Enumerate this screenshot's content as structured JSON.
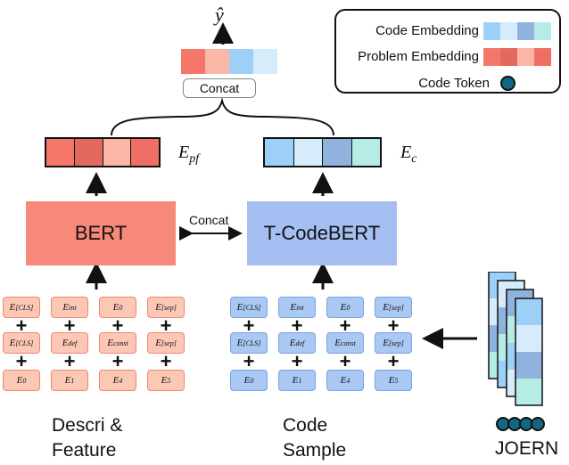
{
  "output_label": "ŷ",
  "legend": {
    "code_embedding": "Code Embedding",
    "problem_embedding": "Problem Embedding",
    "code_token": "Code Token",
    "code_colors": [
      "#9dd0f7",
      "#d6ecfb",
      "#8fb3dd",
      "#b5ece5"
    ],
    "problem_colors": [
      "#f5776a",
      "#e3685e",
      "#fbb6a7",
      "#f06f64"
    ],
    "token_color": "#136783"
  },
  "concat_top": "Concat",
  "concat_mid": "Concat",
  "e_pf": {
    "base": "E",
    "sub": "pf"
  },
  "e_c": {
    "base": "E",
    "sub": "c"
  },
  "pf_colors": [
    "#f5776a",
    "#e3685e",
    "#fbb6a7",
    "#f06f64"
  ],
  "c_colors": [
    "#9dd0f7",
    "#d6ecfb",
    "#8fb3dd",
    "#b5ece5"
  ],
  "output_colors": [
    "#f5776a",
    "#fbb6a7",
    "#9dd0f7",
    "#d6ecfb"
  ],
  "bert": {
    "label": "BERT",
    "color": "#f7897a"
  },
  "tcodebert": {
    "label": "T-CodeBERT",
    "color": "#a5bff3"
  },
  "token_columns": [
    [
      {
        "b": "E",
        "s": "[CLS]"
      },
      {
        "b": "E",
        "s": "[CLS]"
      },
      {
        "b": "E",
        "s": "0"
      }
    ],
    [
      {
        "b": "E",
        "s": "int"
      },
      {
        "b": "E",
        "s": "def"
      },
      {
        "b": "E",
        "s": "1"
      }
    ],
    [
      {
        "b": "E",
        "s": "0"
      },
      {
        "b": "E",
        "s": "const"
      },
      {
        "b": "E",
        "s": "4"
      }
    ],
    [
      {
        "b": "E",
        "s": "[sep]"
      },
      {
        "b": "E",
        "s": "[sep]"
      },
      {
        "b": "E",
        "s": "5"
      }
    ]
  ],
  "left_caption": [
    "Descri &",
    "Feature"
  ],
  "mid_caption": [
    "Code",
    "Sample"
  ],
  "right_caption": "JOERN"
}
